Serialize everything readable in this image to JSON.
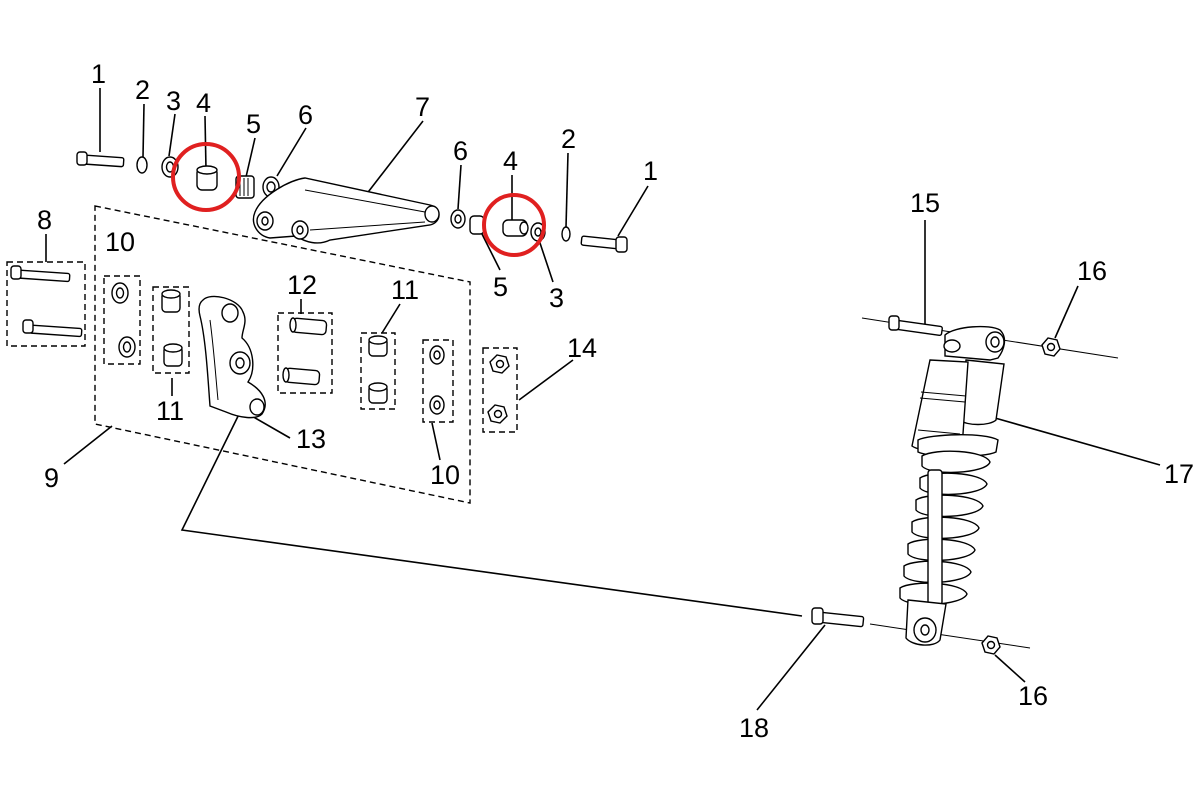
{
  "diagram": {
    "callouts": [
      "1",
      "2",
      "3",
      "4",
      "5",
      "6",
      "7",
      "8",
      "9",
      "10",
      "11",
      "12",
      "13",
      "14",
      "15",
      "16",
      "17",
      "18"
    ],
    "highlight_color": "#e02020",
    "highlighted_parts": [
      "4"
    ]
  }
}
